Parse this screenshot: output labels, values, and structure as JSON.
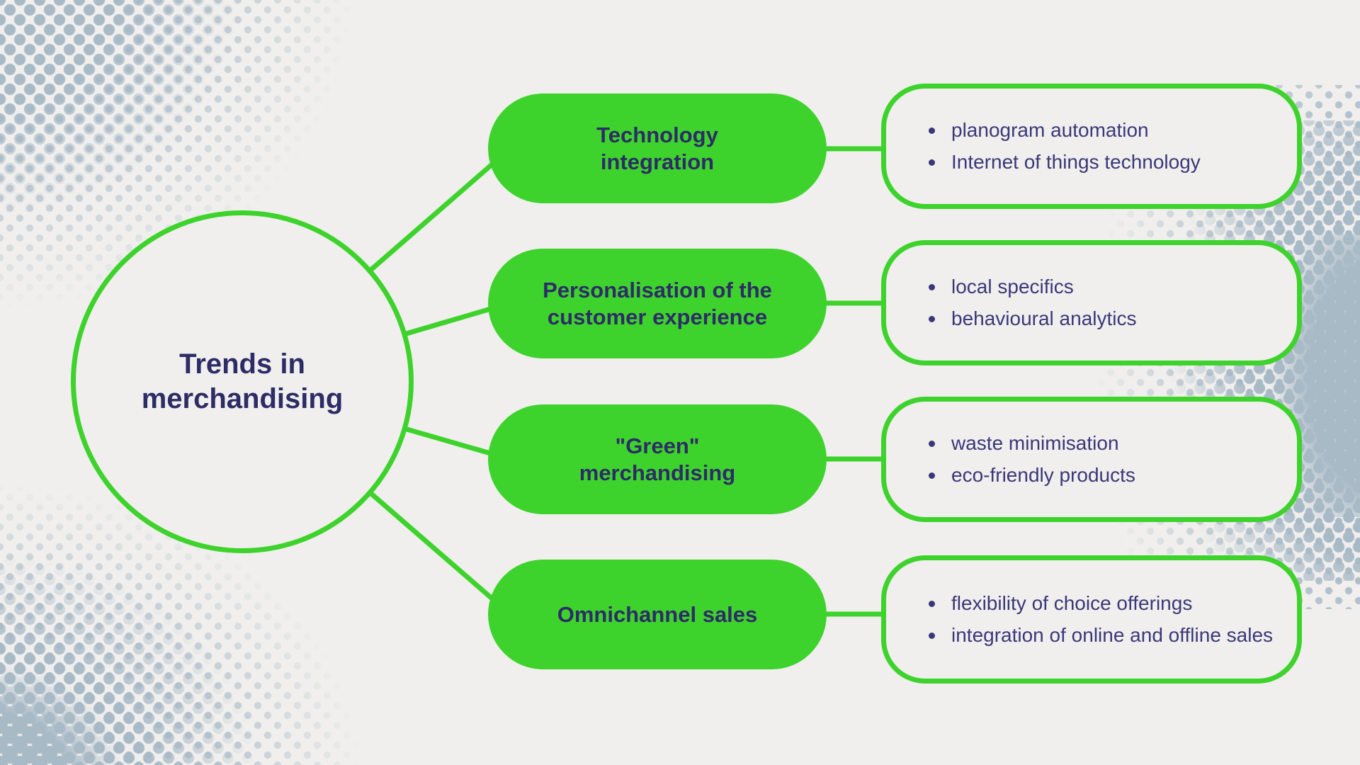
{
  "page": {
    "title": "Trends in merchandising"
  },
  "center": {
    "label": "Trends in\nmerchandising"
  },
  "branches": [
    {
      "label": "Technology\nintegration",
      "bullets": [
        "planogram automation",
        "Internet of things technology"
      ]
    },
    {
      "label": "Personalisation of the\ncustomer experience",
      "bullets": [
        "local specifics",
        "behavioural analytics"
      ]
    },
    {
      "label": "\"Green\"\nmerchandising",
      "bullets": [
        "waste minimisation",
        "eco-friendly products"
      ]
    },
    {
      "label": "Omnichannel sales",
      "bullets": [
        "flexibility of choice offerings",
        "integration of online and offline sales"
      ]
    }
  ],
  "colors": {
    "green": "#3ed32c",
    "navy_heading": "#2d2c66",
    "navy_text": "#3a3878",
    "background": "#f0efed",
    "dots": "#a9bac7"
  }
}
